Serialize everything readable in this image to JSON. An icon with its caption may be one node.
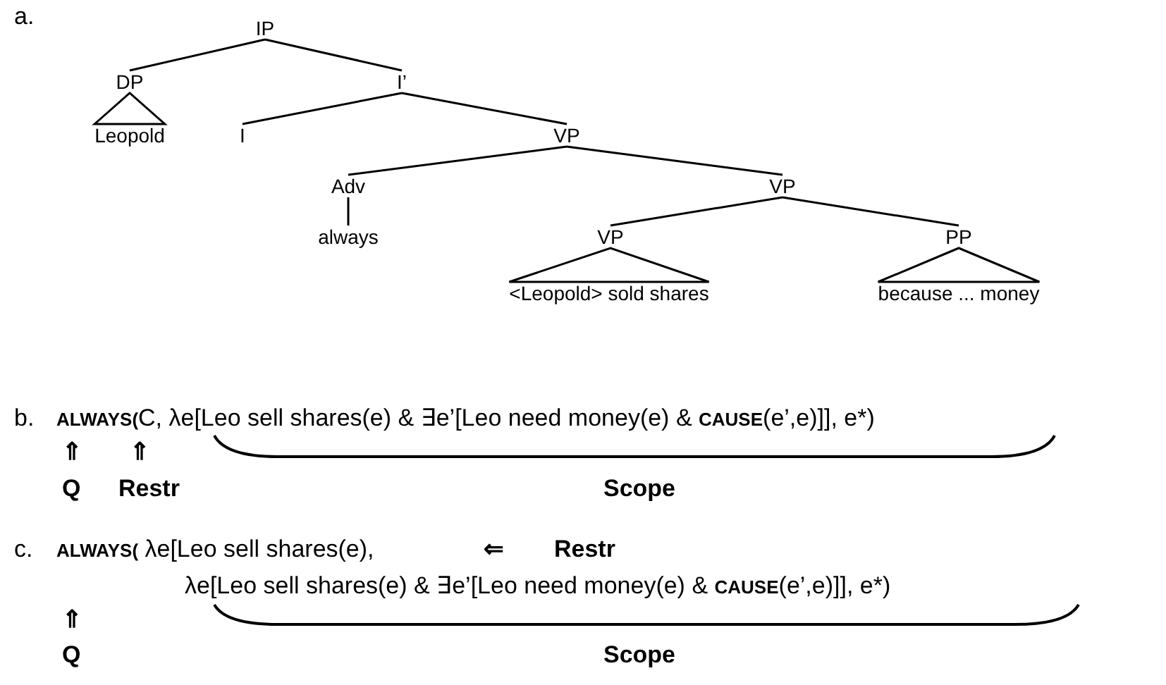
{
  "diagram": {
    "nodes": [
      {
        "text": [
          "IP"
        ]
      },
      {
        "text": [
          "DP"
        ]
      },
      {
        "text": [
          "I’"
        ]
      },
      {
        "text": [
          "Leopold"
        ]
      },
      {
        "text": [
          "I"
        ]
      },
      {
        "text": [
          "VP"
        ]
      },
      {
        "text": [
          "Adv"
        ]
      },
      {
        "text": [
          "VP"
        ]
      },
      {
        "text": [
          "always"
        ]
      },
      {
        "text": [
          "VP"
        ]
      },
      {
        "text": [
          "PP"
        ]
      },
      {
        "text": [
          "<Leopold> sold shares"
        ]
      },
      {
        "text": [
          "because ... money"
        ]
      }
    ],
    "edges": [
      {
        "from": 0,
        "to": 1,
        "arrow": "none"
      },
      {
        "from": 0,
        "to": 2,
        "arrow": "none"
      },
      {
        "from": 1,
        "to": 3,
        "arrow": "none"
      },
      {
        "from": 2,
        "to": 4,
        "arrow": "none"
      },
      {
        "from": 2,
        "to": 5,
        "arrow": "none"
      },
      {
        "from": 5,
        "to": 6,
        "arrow": "none"
      },
      {
        "from": 5,
        "to": 7,
        "arrow": "none"
      },
      {
        "from": 6,
        "to": 8,
        "arrow": "none"
      },
      {
        "from": 7,
        "to": 9,
        "arrow": "none"
      },
      {
        "from": 7,
        "to": 10,
        "arrow": "none"
      },
      {
        "from": 9,
        "to": 11,
        "arrow": "none"
      },
      {
        "from": 10,
        "to": 12,
        "arrow": "none"
      }
    ],
    "labels": [
      "a.",
      "b.",
      "**ALWAYS(**C, λe[Leo sell shares(e) & ∃e’[Leo need money(e) & **CAUSE**(e’,e)]], e*)",
      "⇑",
      "⇑",
      "Q",
      "Restr",
      "Scope",
      "c.",
      "**ALWAYS(** λe[Leo sell shares(e),",
      "⇐",
      "Restr",
      "λe[Leo sell shares(e) & ∃e’[Leo need money(e) & **CAUSE**(e’,e)]], e*)",
      "⇑",
      "Q",
      "Scope"
    ]
  }
}
